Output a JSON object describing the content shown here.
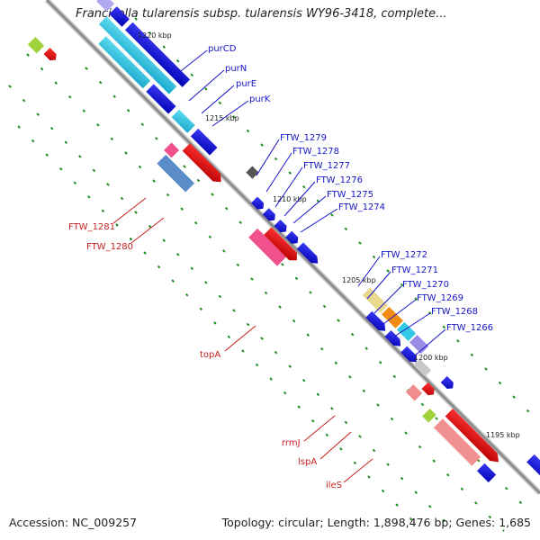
{
  "header": {
    "title": "Francisella tularensis subsp. tularensis WY96-3418, complete..."
  },
  "footer": {
    "accession": "Accession: NC_009257",
    "topology": "Topology: circular; Length: 1,898,476 bp; Genes: 1,685"
  },
  "scale_labels": [
    "1220 kbp",
    "1215 kbp",
    "1210 kbp",
    "1205 kbp",
    "1200 kbp",
    "1195 kbp"
  ],
  "gene_labels": {
    "blue": [
      "purCD",
      "purN",
      "purE",
      "purK",
      "FTW_1279",
      "FTW_1278",
      "FTW_1277",
      "FTW_1276",
      "FTW_1275",
      "FTW_1274",
      "FTW_1272",
      "FTW_1271",
      "FTW_1270",
      "FTW_1269",
      "FTW_1268",
      "FTW_1266"
    ],
    "red": [
      "FTW_1281",
      "FTW_1280",
      "topA",
      "rrmJ",
      "lspA",
      "ileS"
    ]
  },
  "colors": {
    "backbone": "#8c8c8c",
    "gene_blue": "#0a0ae6",
    "gene_cyan": "#33c8e6",
    "gene_red": "#e60a0a",
    "gene_pink": "#f0508c",
    "label_blue": "#1515c8",
    "label_red": "#c81e1e",
    "tick_green": "#1e8c1e"
  }
}
